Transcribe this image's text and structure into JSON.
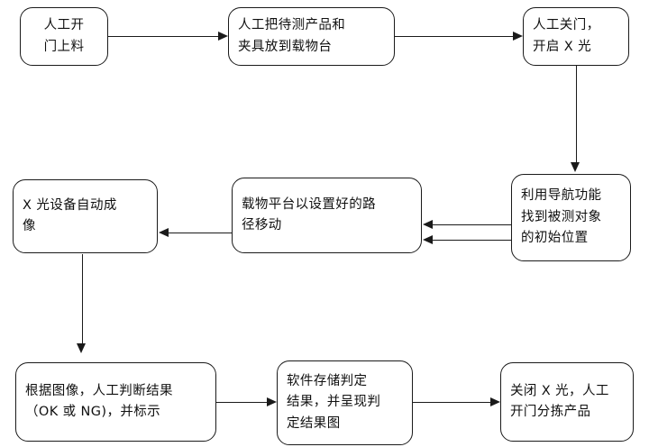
{
  "diagram": {
    "type": "flowchart",
    "orientation": "left-to-right, serpentine (3 rows)",
    "background_color": "#ffffff",
    "line_color": "#1a1a1a",
    "text_color": "#101010",
    "nodes": [
      {
        "id": "n1",
        "label": "人工开\n门上料",
        "row": 1,
        "col": 1
      },
      {
        "id": "n2",
        "label": "人工把待测产品和\n夹具放到载物台",
        "row": 1,
        "col": 2
      },
      {
        "id": "n3",
        "label": "人工关门，\n开启 X 光",
        "row": 1,
        "col": 3
      },
      {
        "id": "n4",
        "label": "利用导航功能\n找到被测对象\n的初始位置",
        "row": 2,
        "col": 3
      },
      {
        "id": "n5",
        "label": "载物平台以设置好的路\n径移动",
        "row": 2,
        "col": 2
      },
      {
        "id": "n6",
        "label": "X 光设备自动成\n像",
        "row": 2,
        "col": 1
      },
      {
        "id": "n7",
        "label": "根据图像，人工判断结果\n（OK 或 NG)，并标示",
        "row": 3,
        "col": 1
      },
      {
        "id": "n8",
        "label": "软件存储判定\n结果，并呈现判\n定结果图",
        "row": 3,
        "col": 2
      },
      {
        "id": "n9",
        "label": "关闭 X 光，人工\n开门分拣产品",
        "row": 3,
        "col": 3
      }
    ],
    "edges": [
      {
        "id": "e1",
        "from": "n1",
        "to": "n2",
        "direction": "right"
      },
      {
        "id": "e2",
        "from": "n2",
        "to": "n3",
        "direction": "right"
      },
      {
        "id": "e3",
        "from": "n3",
        "to": "n4",
        "direction": "down"
      },
      {
        "id": "e4",
        "from": "n4",
        "to": "n5",
        "direction": "left"
      },
      {
        "id": "e5",
        "from": "n4",
        "to": "n5",
        "direction": "left"
      },
      {
        "id": "e6",
        "from": "n5",
        "to": "n6",
        "direction": "left"
      },
      {
        "id": "e7",
        "from": "n6",
        "to": "n7",
        "direction": "down"
      },
      {
        "id": "e8",
        "from": "n7",
        "to": "n8",
        "direction": "right"
      },
      {
        "id": "e9",
        "from": "n8",
        "to": "n9",
        "direction": "right"
      }
    ]
  }
}
